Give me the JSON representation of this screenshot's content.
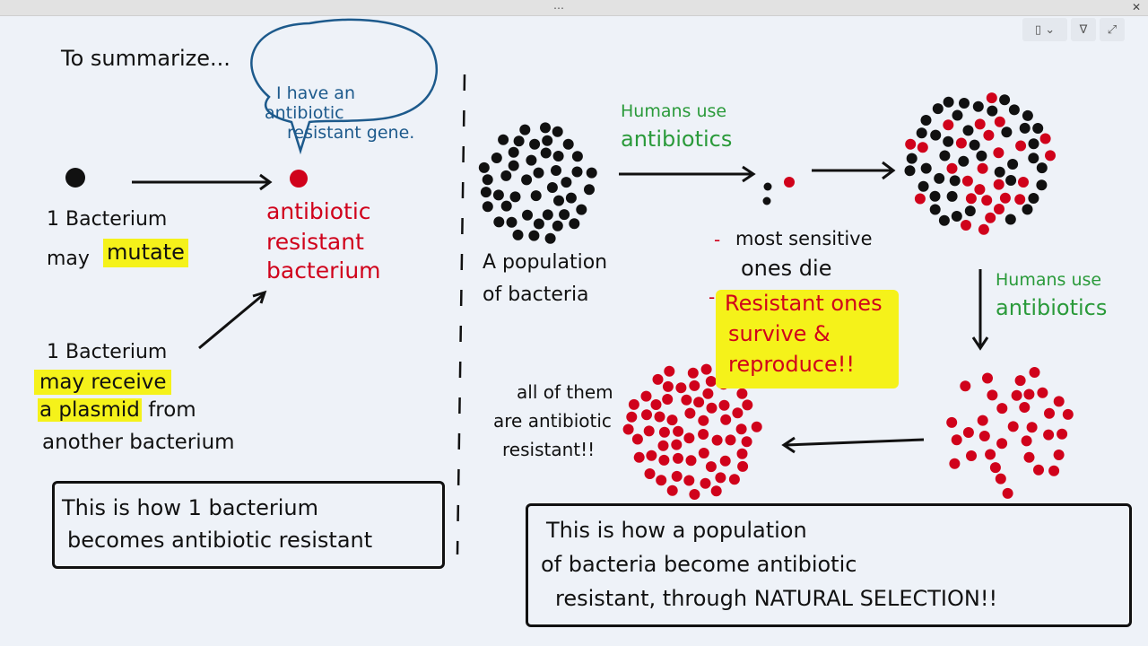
{
  "window": {
    "grip_glyph": "…",
    "close_glyph": "✕",
    "tools": [
      {
        "name": "layout-toggle-icon",
        "glyph": "▯ ⌄"
      },
      {
        "name": "pen-icon",
        "glyph": "∇"
      },
      {
        "name": "expand-icon",
        "glyph": "⤢"
      }
    ]
  },
  "left": {
    "heading": "To summarize...",
    "speech_bubble": [
      "I have an",
      "antibiotic",
      "resistant gene."
    ],
    "one_bacterium_1": "1 Bacterium",
    "may": "may",
    "mutate": "mutate",
    "resistant_label": [
      "antibiotic",
      "resistant",
      "bacterium"
    ],
    "one_bacterium_2": "1 Bacterium",
    "may_receive": "may receive",
    "a_plasmid": "a plasmid",
    "from": "from",
    "another_bacterium": "another bacterium",
    "summary_box": [
      "This is how 1 bacterium",
      "becomes antibiotic resistant"
    ]
  },
  "right": {
    "population_label": [
      "A population",
      "of bacteria"
    ],
    "humans_use_1": [
      "Humans use",
      "antibiotics"
    ],
    "humans_use_2": [
      "Humans use",
      "antibiotics"
    ],
    "dash1": "-",
    "most_sensitive": [
      "most sensitive",
      "ones die"
    ],
    "dash2": "-",
    "resistant_survive": [
      "Resistant ones",
      "survive &",
      "reproduce!!"
    ],
    "all_of_them": [
      "all of them",
      "are antibiotic",
      "resistant!!"
    ],
    "summary_box": [
      "This is how a population",
      "of bacteria become antibiotic",
      "resistant, through NATURAL SELECTION!!"
    ]
  },
  "colors": {
    "ink": "#111111",
    "red": "#d0021b",
    "green": "#2a9a3a",
    "blue": "#1d5a8c",
    "highlight": "#f5f21a"
  }
}
